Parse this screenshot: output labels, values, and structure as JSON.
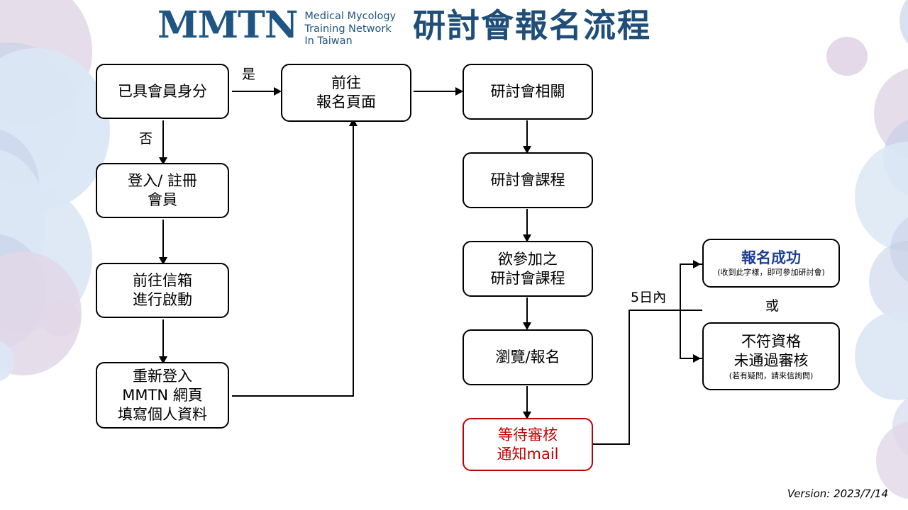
{
  "header": {
    "logo_mark": "MMTN",
    "logo_subtitle": "Medical Mycology\nTraining Network\nIn Taiwan",
    "logo_color": "#1f5582",
    "title": "研討會報名流程",
    "title_color": "#1f4e79"
  },
  "flow": {
    "nodes": {
      "has_membership": "已具會員身分",
      "go_signup_page": "前往\n報名頁面",
      "login_register": "登入/ 註冊\n會員",
      "go_mailbox": "前往信箱\n進行啟動",
      "relogin_fill": "重新登入\nMMTN 網頁\n填寫個人資料",
      "seminar_related": "研討會相關",
      "seminar_course": "研討會課程",
      "desired_course": "欲參加之\n研討會課程",
      "browse_signup": "瀏覽/報名",
      "await_review": "等待審核\n通知mail",
      "success_title": "報名成功",
      "success_note": "(收到此字樣，即可參加研討會)",
      "reject_title": "不符資格\n未通過審核",
      "reject_note": "(若有疑問，請來信詢問)"
    },
    "labels": {
      "yes": "是",
      "no": "否",
      "within_5_days": "5日內",
      "or": "或"
    },
    "colors": {
      "pending": "#c00000",
      "success": "#1f3f93",
      "line": "#000000"
    }
  },
  "footer": {
    "version": "Version: 2023/7/14"
  },
  "decor": {
    "blue": "#dbe7f5",
    "lavender": "#e2d7e8",
    "steel": "#c3cde6"
  }
}
